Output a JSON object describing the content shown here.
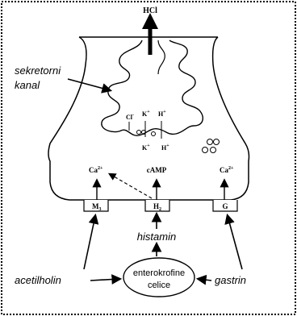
{
  "diagram": {
    "top_label": "HCl",
    "canal_label_line1": "sekretorni",
    "canal_label_line2": "kanal",
    "ions": {
      "cl": "Cl",
      "k_top": "K",
      "h_top": "H",
      "k_bottom": "K",
      "h_bottom": "H",
      "superscript_minus": "-",
      "superscript_plus": "+"
    },
    "messengers": {
      "left": "Ca",
      "middle": "cAMP",
      "right": "Ca",
      "ca_superscript": "2+"
    },
    "receptors": {
      "left": "M",
      "left_sub": "3",
      "middle": "H",
      "middle_sub": "2",
      "right": "G"
    },
    "agonists": {
      "histamin": "histamin",
      "acetilholin": "acetilholin",
      "gastrin": "gastrin"
    },
    "ecl_cell_line1": "enterokrofine",
    "ecl_cell_line2": "celice",
    "colors": {
      "line": "#000000",
      "background": "#ffffff"
    }
  }
}
